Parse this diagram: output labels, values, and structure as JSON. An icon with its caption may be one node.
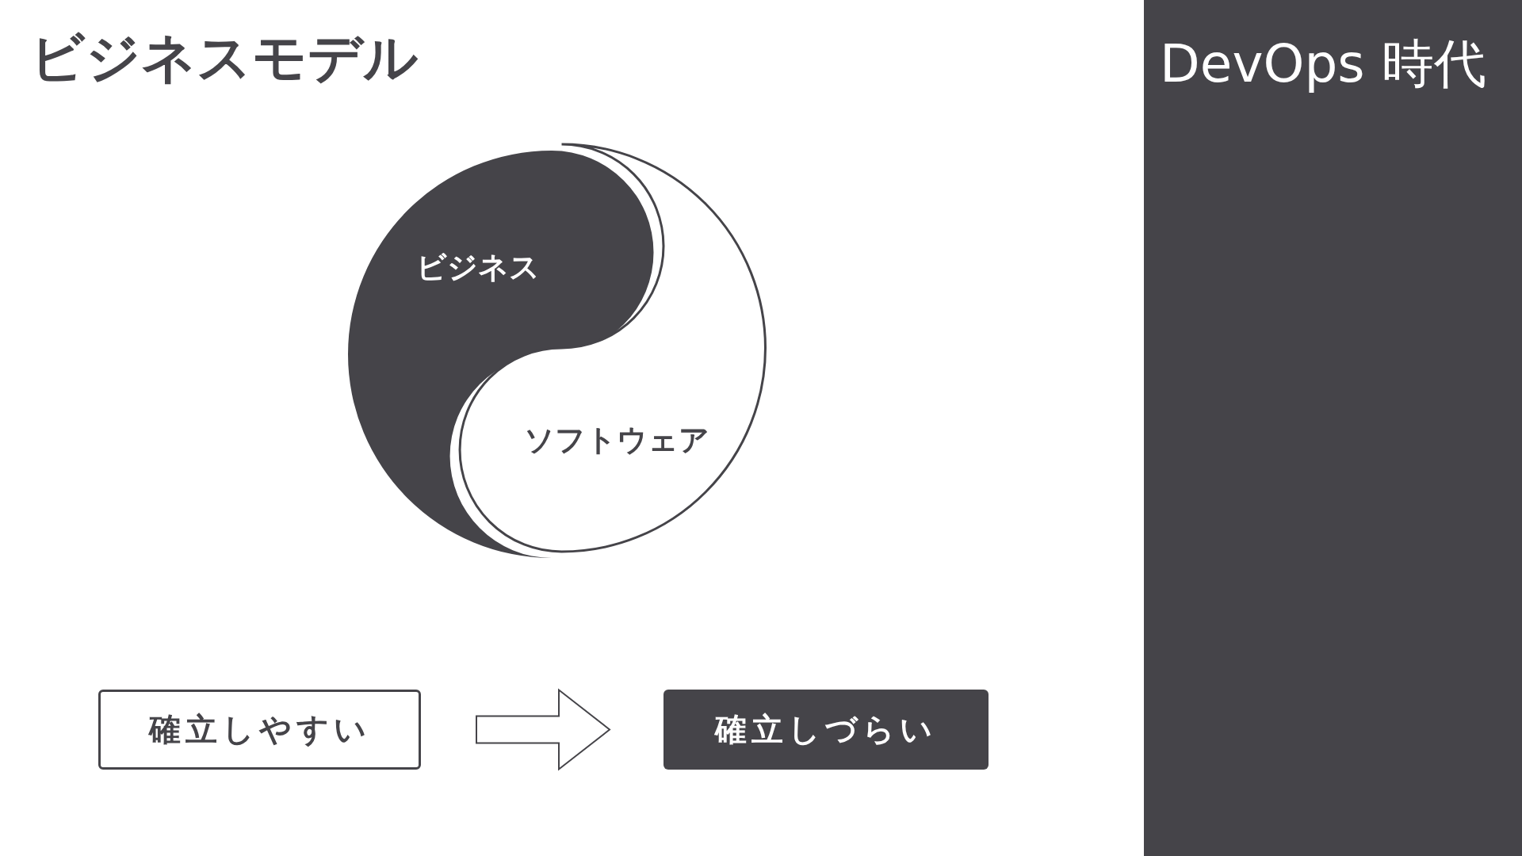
{
  "diagram": {
    "title": "ビジネスモデル",
    "nodes": [
      {
        "text": [
          "DevOps 時代"
        ]
      },
      {
        "text": [
          "ビジネス"
        ]
      },
      {
        "text": [
          "ソフトウェア"
        ]
      },
      {
        "text": [
          "確立しやすい"
        ]
      },
      {
        "text": [
          "確立しづらい"
        ]
      }
    ],
    "edges": [
      {
        "from": 3,
        "to": 4,
        "arrow": "to",
        "style": "thick"
      }
    ]
  }
}
